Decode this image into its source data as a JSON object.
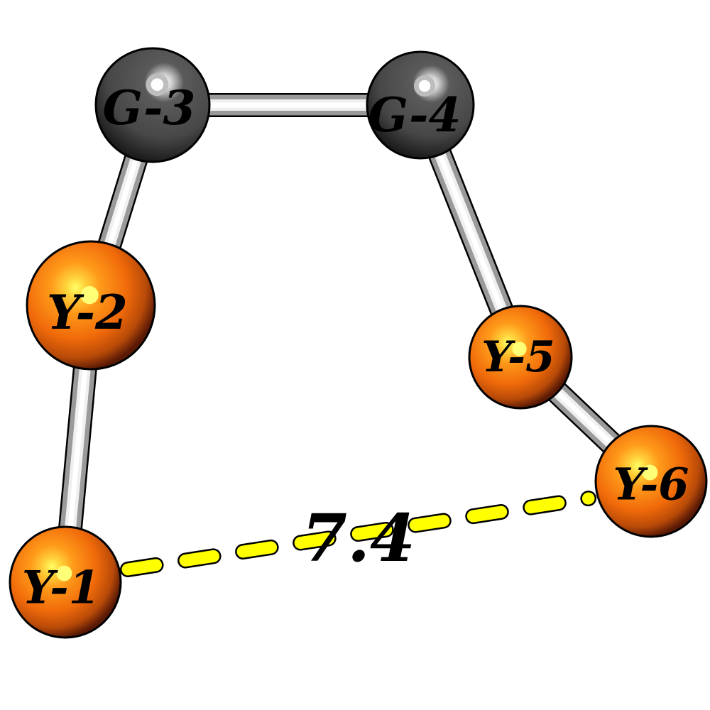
{
  "colors": {
    "gray_atom": "#4a4a4a",
    "orange_atom": "#e8620c",
    "bond": "#f0f0f0",
    "distance_line": "#ffff00"
  },
  "atoms": [
    {
      "id": "Y-1",
      "label": "Y-1",
      "kind": "orange"
    },
    {
      "id": "Y-2",
      "label": "Y-2",
      "kind": "orange"
    },
    {
      "id": "G-3",
      "label": "G-3",
      "kind": "gray"
    },
    {
      "id": "G-4",
      "label": "G-4",
      "kind": "gray"
    },
    {
      "id": "Y-5",
      "label": "Y-5",
      "kind": "orange"
    },
    {
      "id": "Y-6",
      "label": "Y-6",
      "kind": "orange"
    }
  ],
  "bonds": [
    {
      "from": "Y-1",
      "to": "Y-2"
    },
    {
      "from": "Y-2",
      "to": "G-3"
    },
    {
      "from": "G-3",
      "to": "G-4"
    },
    {
      "from": "G-4",
      "to": "Y-5"
    },
    {
      "from": "Y-5",
      "to": "Y-6"
    }
  ],
  "distance": {
    "from": "Y-1",
    "to": "Y-6",
    "label": "7.4"
  }
}
